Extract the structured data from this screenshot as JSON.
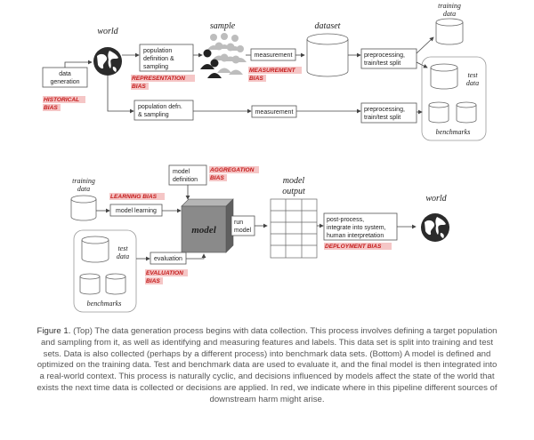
{
  "top": {
    "world": "world",
    "data_generation": [
      "data",
      "generation"
    ],
    "historical_bias": [
      "HISTORICAL",
      "BIAS"
    ],
    "sample": "sample",
    "population_definition": [
      "population",
      "definition &",
      "sampling"
    ],
    "representation_bias": [
      "REPRESENTATION",
      "BIAS"
    ],
    "measurement": "measurement",
    "measurement_bias": [
      "MEASUREMENT",
      "BIAS"
    ],
    "dataset": "dataset",
    "preprocessing": [
      "preprocessing,",
      "train/test split"
    ],
    "training_data": [
      "training",
      "data"
    ],
    "test_data": [
      "test",
      "data"
    ],
    "benchmarks": "benchmarks",
    "population_defn": [
      "population defn.",
      "& sampling"
    ],
    "measurement_2": "measurement",
    "preprocessing_2": [
      "preprocessing,",
      "train/test split"
    ]
  },
  "bottom": {
    "training_data": [
      "training",
      "data"
    ],
    "learning_bias": "LEARNING BIAS",
    "model_learning": "model learning",
    "model_definition": [
      "model",
      "definition"
    ],
    "aggregation_bias": [
      "AGGREGATION",
      "BIAS"
    ],
    "model": "model",
    "run_model": [
      "run",
      "model"
    ],
    "model_output": [
      "model",
      "output"
    ],
    "post_process": [
      "post-process,",
      "integrate into system,",
      "human interpretation"
    ],
    "deployment_bias": "DEPLOYMENT BIAS",
    "world": "world",
    "test_data": [
      "test",
      "data"
    ],
    "benchmarks": "benchmarks",
    "evaluation": "evaluation",
    "evaluation_bias": [
      "EVALUATION",
      "BIAS"
    ]
  },
  "caption": {
    "figure_label": "Figure 1.",
    "text": "(Top) The data generation process begins with data collection. This process involves defining a target population and sampling from it, as well as identifying and measuring features and labels. This data set is split into training and test sets. Data is also collected (perhaps by a different process) into benchmark data sets. (Bottom) A model is defined and optimized on the training data. Test and benchmark data are used to evaluate it, and the final model is then integrated into a real-world context. This process is naturally cyclic, and decisions influenced by models affect the state of the world that exists the next time data is collected or decisions are applied. In red, we indicate where in this pipeline different sources of downstream harm might arise."
  },
  "colors": {
    "bias_text": "#c41a1a",
    "bias_highlight": "#f5c6c6",
    "globe": "#2b2b2b",
    "model_box": "#8a8a8a"
  }
}
